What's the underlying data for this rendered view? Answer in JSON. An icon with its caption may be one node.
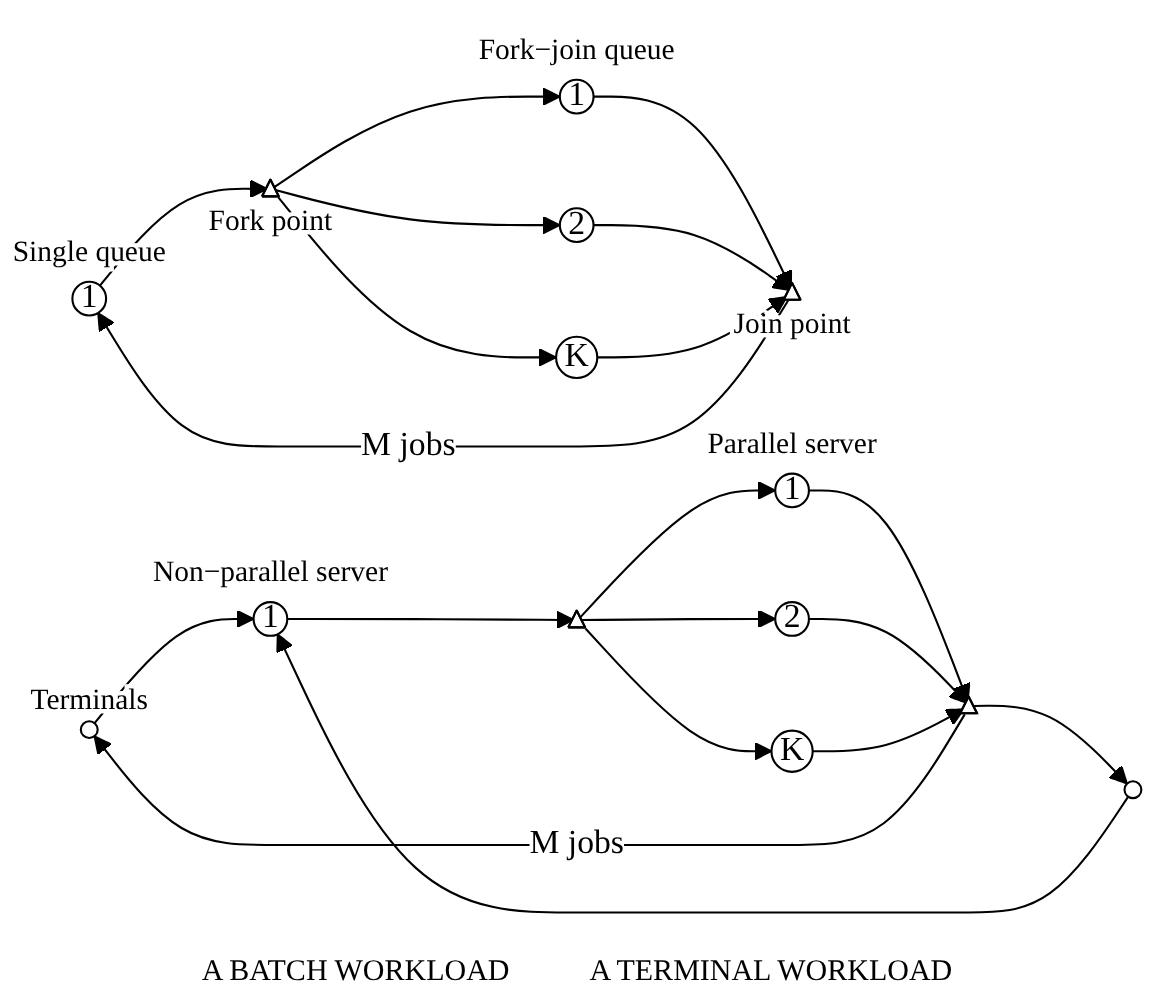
{
  "diagram": {
    "nodes": [
      {
        "text": [
          "1"
        ],
        "beside": [
          "Single queue"
        ]
      },
      {
        "text": [],
        "shape": "triangle",
        "beside": [
          "Fork point"
        ]
      },
      {
        "text": [
          "1"
        ],
        "beside": [
          "Fork−join queue"
        ]
      },
      {
        "text": [
          "2"
        ]
      },
      {
        "text": [
          "K"
        ]
      },
      {
        "text": [],
        "shape": "triangle",
        "beside": [
          "Join point"
        ]
      },
      {
        "text": [],
        "shape": "circle",
        "beside": [
          "Terminals"
        ]
      },
      {
        "text": [],
        "shape": "circle"
      },
      {
        "text": [
          "1"
        ],
        "beside": [
          "Non−parallel server"
        ]
      },
      {
        "text": [],
        "shape": "triangle"
      },
      {
        "text": [
          "1"
        ],
        "beside": [
          "Parallel server"
        ]
      },
      {
        "text": [
          "2"
        ]
      },
      {
        "text": [
          "K"
        ]
      },
      {
        "text": [],
        "shape": "triangle"
      }
    ],
    "edges": [
      {
        "from": 5,
        "to": 0,
        "arrow": "to",
        "label": "M jobs"
      },
      {
        "from": 0,
        "to": 1,
        "arrow": "to"
      },
      {
        "from": 1,
        "to": 2,
        "arrow": "to"
      },
      {
        "from": 1,
        "to": 3,
        "arrow": "to"
      },
      {
        "from": 1,
        "to": 4,
        "arrow": "to"
      },
      {
        "from": 2,
        "to": 5,
        "arrow": "to"
      },
      {
        "from": 3,
        "to": 5,
        "arrow": "to"
      },
      {
        "from": 4,
        "to": 5,
        "arrow": "to"
      },
      {
        "from": 13,
        "to": 6,
        "arrow": "to",
        "label": "M jobs"
      },
      {
        "from": 13,
        "to": 7,
        "arrow": "to"
      },
      {
        "from": 6,
        "to": 8,
        "arrow": "to"
      },
      {
        "from": 7,
        "to": 8,
        "arrow": "to"
      },
      {
        "from": 8,
        "to": 9,
        "arrow": "to"
      },
      {
        "from": 9,
        "to": 10,
        "arrow": "to"
      },
      {
        "from": 9,
        "to": 11,
        "arrow": "to"
      },
      {
        "from": 9,
        "to": 12,
        "arrow": "to"
      },
      {
        "from": 10,
        "to": 13,
        "arrow": "to"
      },
      {
        "from": 11,
        "to": 13,
        "arrow": "to"
      },
      {
        "from": 12,
        "to": 13,
        "arrow": "to"
      }
    ],
    "labels": [
      "A BATCH WORKLOAD",
      "A TERMINAL WORKLOAD"
    ]
  }
}
